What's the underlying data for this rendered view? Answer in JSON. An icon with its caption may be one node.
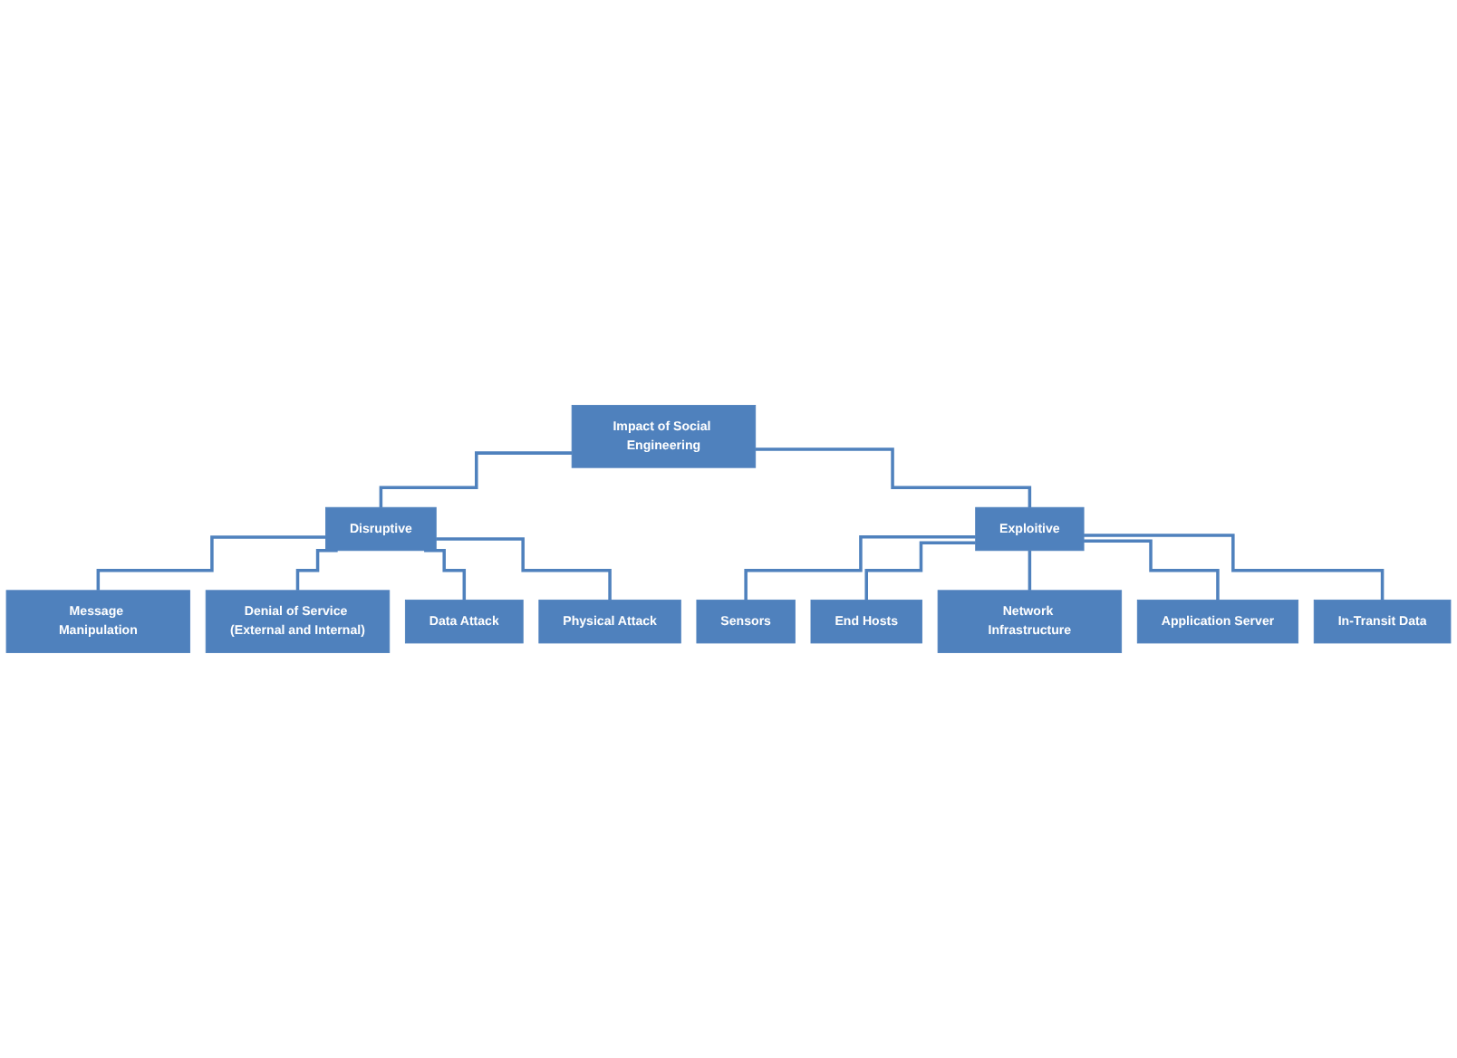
{
  "diagram": {
    "nodes": [
      {
        "text": [
          "Impact of Social Engineering"
        ]
      },
      {
        "text": [
          "Disruptive"
        ]
      },
      {
        "text": [
          "Exploitive"
        ]
      },
      {
        "text": [
          "Message Manipulation"
        ]
      },
      {
        "text": [
          "Denial of Service (External and Internal)"
        ]
      },
      {
        "text": [
          "Data Attack"
        ]
      },
      {
        "text": [
          "Physical Attack"
        ]
      },
      {
        "text": [
          "Sensors"
        ]
      },
      {
        "text": [
          "End Hosts"
        ]
      },
      {
        "text": [
          "Network Infrastructure"
        ]
      },
      {
        "text": [
          "Application Server"
        ]
      },
      {
        "text": [
          "In-Transit Data"
        ]
      }
    ],
    "edges": [
      {
        "from": 0,
        "to": 1,
        "arrow": "none"
      },
      {
        "from": 0,
        "to": 2,
        "arrow": "none"
      },
      {
        "from": 1,
        "to": 3,
        "arrow": "none"
      },
      {
        "from": 1,
        "to": 4,
        "arrow": "none"
      },
      {
        "from": 1,
        "to": 5,
        "arrow": "none"
      },
      {
        "from": 1,
        "to": 6,
        "arrow": "none"
      },
      {
        "from": 2,
        "to": 7,
        "arrow": "none"
      },
      {
        "from": 2,
        "to": 8,
        "arrow": "none"
      },
      {
        "from": 2,
        "to": 9,
        "arrow": "none"
      },
      {
        "from": 2,
        "to": 10,
        "arrow": "none"
      },
      {
        "from": 2,
        "to": 11,
        "arrow": "none"
      }
    ]
  }
}
